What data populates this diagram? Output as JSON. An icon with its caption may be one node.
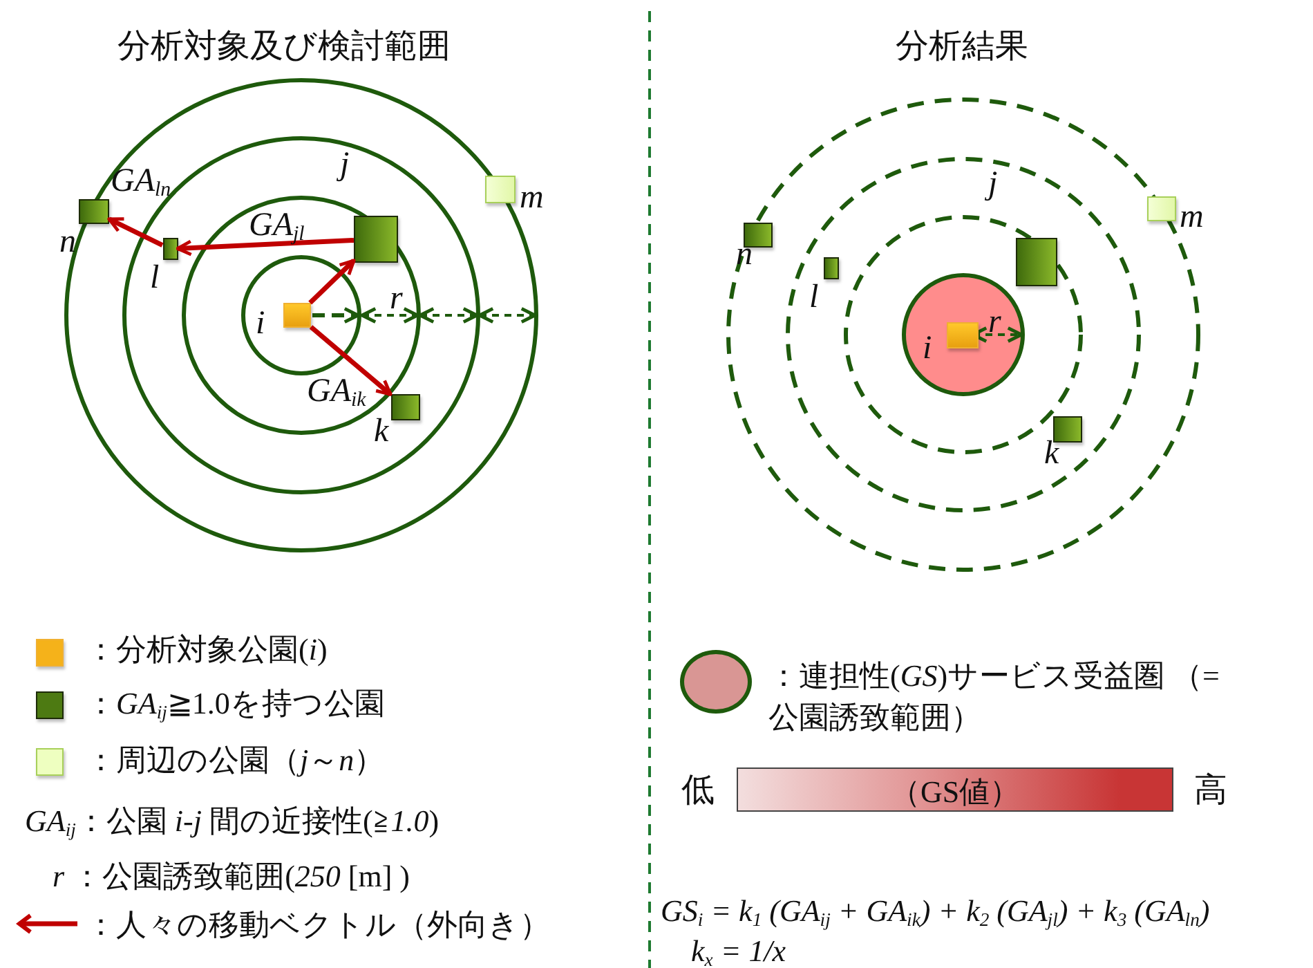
{
  "diagram": {
    "nodes": [
      {
        "text": [],
        "shape": "box",
        "beside": [
          "n"
        ]
      },
      {
        "text": [],
        "shape": "box",
        "beside": [
          "j"
        ]
      },
      {
        "text": [],
        "shape": "box",
        "beside": [
          "m"
        ]
      },
      {
        "text": [],
        "shape": "box",
        "beside": [
          "l"
        ]
      },
      {
        "text": [],
        "shape": "box",
        "beside": [
          "i"
        ]
      },
      {
        "text": [],
        "shape": "box",
        "beside": [
          "k"
        ]
      },
      {
        "text": [],
        "shape": "box",
        "beside": [
          "n"
        ]
      },
      {
        "text": [],
        "shape": "box",
        "beside": [
          "m"
        ]
      },
      {
        "text": [],
        "shape": "box",
        "beside": [
          "j"
        ]
      },
      {
        "text": [],
        "shape": "box",
        "beside": [
          "l"
        ]
      },
      {
        "text": [],
        "shape": "box",
        "beside": [
          "i"
        ]
      },
      {
        "text": [],
        "shape": "box",
        "beside": [
          "k"
        ]
      }
    ],
    "edges": [
      {
        "from": 4,
        "to": 1,
        "arrow": "to"
      },
      {
        "from": 4,
        "to": 5,
        "arrow": "to",
        "label": "*GA*$_{ik}$"
      },
      {
        "from": 1,
        "to": 3,
        "arrow": "to",
        "label": "*GA*$_{jl}$"
      },
      {
        "from": 3,
        "to": 0,
        "arrow": "to",
        "label": "*GA*$_{ln}$"
      }
    ],
    "labels": [
      "分析対象及び検討範囲",
      "分析結果",
      "r",
      "r",
      "*GA*$_{ij}$：公園 *i-j* 間の近接性(≧*1.0*)",
      "*r* ：公園誘致範囲(*250* [m] )",
      "低",
      "（GS値）",
      "高",
      "*GS*$_{i}$ = *k*$_{1}$ (*GA*$_{ij}$ + *GA*$_{ik}$) + *k*$_{2}$ (*GA*$_{jl}$) + *k*$_{3}$ (*GA*$_{ln}$)",
      "*k*$_{x}$ = *1/x*"
    ],
    "legend": [
      {
        "text": "：分析対象公園(*i*)",
        "color": "#f5b21a"
      },
      {
        "text": "：*GA*$_{ij}$≧1.0を持つ公園",
        "color": "#4d7a12"
      },
      {
        "text": "：周辺の公園（*j*～*n*）",
        "color": "#eeffc0"
      },
      {
        "text": "：人々の移動ベクトル（外向き）"
      },
      {
        "text": "：連担性(*GS*)サービス受益圏 （=公園誘致範囲）",
        "color": "#d99694"
      }
    ]
  }
}
